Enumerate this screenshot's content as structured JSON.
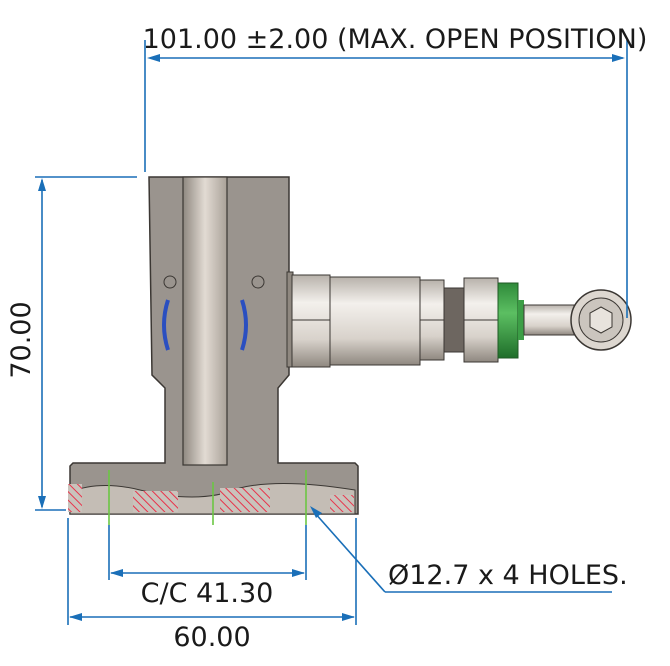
{
  "dimensions": {
    "overall_length": "101.00 ±2.00 (MAX. OPEN POSITION)",
    "height": "70.00",
    "hole_spacing": "C/C 41.30",
    "base_width": "60.00",
    "holes_note": "Ø12.7 x 4 HOLES."
  },
  "colors": {
    "dimension_line": "#1a6fb8",
    "body": "#9a948e",
    "seal": "#2e9a3e",
    "centerline": "#6cc644",
    "hatch": "#e8334a"
  }
}
